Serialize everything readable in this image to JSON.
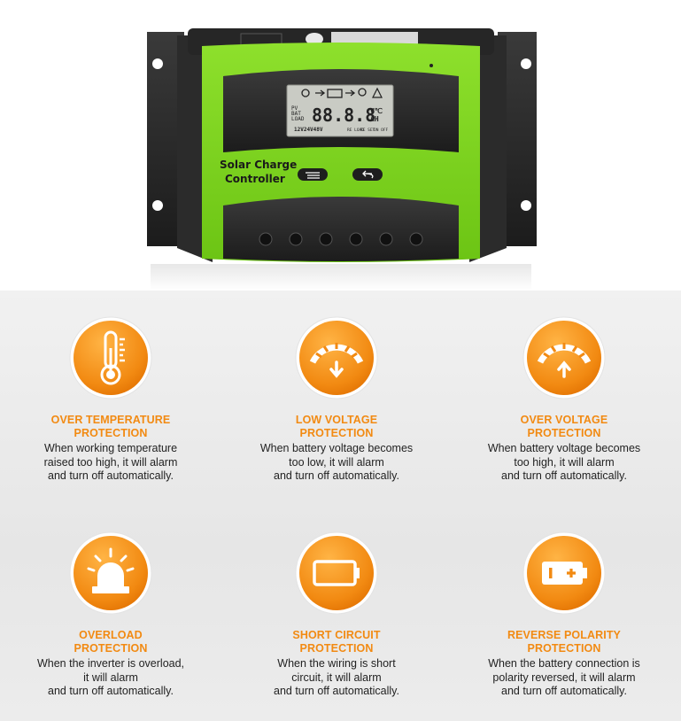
{
  "device": {
    "label_line1": "Solar Charge",
    "label_line2": "Controller",
    "lcd": {
      "row_labels": [
        "PV",
        "BAT",
        "LOAD"
      ],
      "digits": "88.8.8",
      "units_top": "V℃",
      "units_bottom": "AH",
      "voltages": "12V24V48V",
      "bottom_marks": [
        "RE LOAD",
        "RE SET",
        "ON OFF"
      ]
    },
    "colors": {
      "body_green": "#7ed321",
      "body_black": "#2a2a2a",
      "lcd": "#c9cbc4"
    }
  },
  "features": [
    {
      "icon": "thermometer-icon",
      "title_lines": [
        "OVER TEMPERATURE",
        "PROTECTION"
      ],
      "desc_lines": [
        "When working temperature",
        "raised too high, it will alarm",
        "and turn off automatically."
      ]
    },
    {
      "icon": "gauge-down-icon",
      "title_lines": [
        "LOW VOLTAGE",
        "PROTECTION"
      ],
      "desc_lines": [
        "When battery voltage becomes",
        "too low, it will alarm",
        "and turn off automatically."
      ]
    },
    {
      "icon": "gauge-up-icon",
      "title_lines": [
        "OVER VOLTAGE",
        "PROTECTION"
      ],
      "desc_lines": [
        "When battery voltage becomes",
        "too high, it will alarm",
        "and turn off automatically."
      ]
    },
    {
      "icon": "alarm-light-icon",
      "title_lines": [
        "OVERLOAD",
        "PROTECTION"
      ],
      "desc_lines": [
        "When the inverter is overload,",
        "it will alarm",
        "and turn off automatically."
      ]
    },
    {
      "icon": "battery-empty-icon",
      "title_lines": [
        "SHORT CIRCUIT",
        "PROTECTION"
      ],
      "desc_lines": [
        "When the wiring is short",
        "circuit, it will alarm",
        "and turn off automatically."
      ]
    },
    {
      "icon": "battery-polarity-icon",
      "title_lines": [
        "REVERSE POLARITY",
        "PROTECTION"
      ],
      "desc_lines": [
        "When the battery connection is",
        "polarity reversed, it will alarm",
        "and turn off automatically."
      ]
    }
  ],
  "colors": {
    "accent_orange": "#f28a12",
    "text": "#222222"
  }
}
